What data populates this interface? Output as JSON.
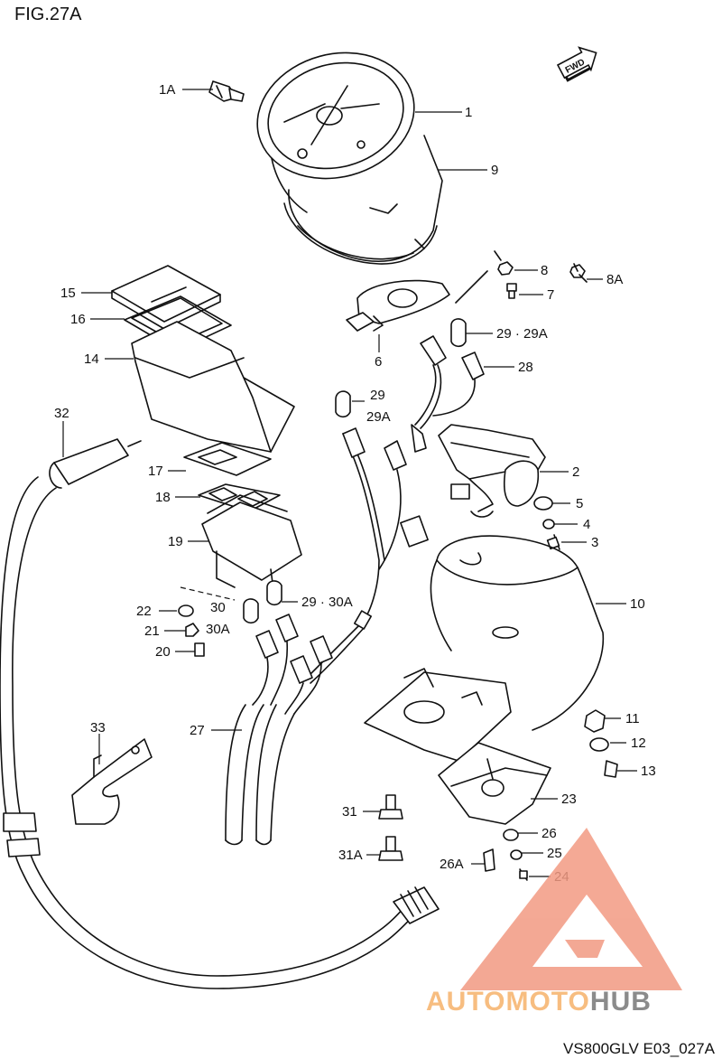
{
  "figure": {
    "title": "FIG.27A",
    "footer": "VS800GLV E03_027A",
    "direction_badge": "FWD"
  },
  "callouts": [
    {
      "id": "c-1A",
      "text": "1A"
    },
    {
      "id": "c-1",
      "text": "1"
    },
    {
      "id": "c-9",
      "text": "9"
    },
    {
      "id": "c-8",
      "text": "8"
    },
    {
      "id": "c-8A",
      "text": "8A"
    },
    {
      "id": "c-7",
      "text": "7"
    },
    {
      "id": "c-6",
      "text": "6"
    },
    {
      "id": "c-29-29A-r",
      "text": "29 · 29A"
    },
    {
      "id": "c-28",
      "text": "28"
    },
    {
      "id": "c-29",
      "text": "29"
    },
    {
      "id": "c-29A",
      "text": "29A"
    },
    {
      "id": "c-15",
      "text": "15"
    },
    {
      "id": "c-16",
      "text": "16"
    },
    {
      "id": "c-14",
      "text": "14"
    },
    {
      "id": "c-32",
      "text": "32"
    },
    {
      "id": "c-17",
      "text": "17"
    },
    {
      "id": "c-18",
      "text": "18"
    },
    {
      "id": "c-19",
      "text": "19"
    },
    {
      "id": "c-2",
      "text": "2"
    },
    {
      "id": "c-5",
      "text": "5"
    },
    {
      "id": "c-4",
      "text": "4"
    },
    {
      "id": "c-3",
      "text": "3"
    },
    {
      "id": "c-10",
      "text": "10"
    },
    {
      "id": "c-22",
      "text": "22"
    },
    {
      "id": "c-30",
      "text": "30"
    },
    {
      "id": "c-30A",
      "text": "30A"
    },
    {
      "id": "c-29-30A",
      "text": "29 · 30A"
    },
    {
      "id": "c-21",
      "text": "21"
    },
    {
      "id": "c-20",
      "text": "20"
    },
    {
      "id": "c-33",
      "text": "33"
    },
    {
      "id": "c-27",
      "text": "27"
    },
    {
      "id": "c-11",
      "text": "11"
    },
    {
      "id": "c-12",
      "text": "12"
    },
    {
      "id": "c-13",
      "text": "13"
    },
    {
      "id": "c-23",
      "text": "23"
    },
    {
      "id": "c-31",
      "text": "31"
    },
    {
      "id": "c-31A",
      "text": "31A"
    },
    {
      "id": "c-26",
      "text": "26"
    },
    {
      "id": "c-25",
      "text": "25"
    },
    {
      "id": "c-26A",
      "text": "26A"
    },
    {
      "id": "c-24",
      "text": "24"
    }
  ],
  "watermark": {
    "text_part1": "AUTOMOTO",
    "text_part2": "HUB",
    "color_primary": "#f29a82",
    "color_accent": "#f6b26b",
    "color_dark": "#777777"
  }
}
